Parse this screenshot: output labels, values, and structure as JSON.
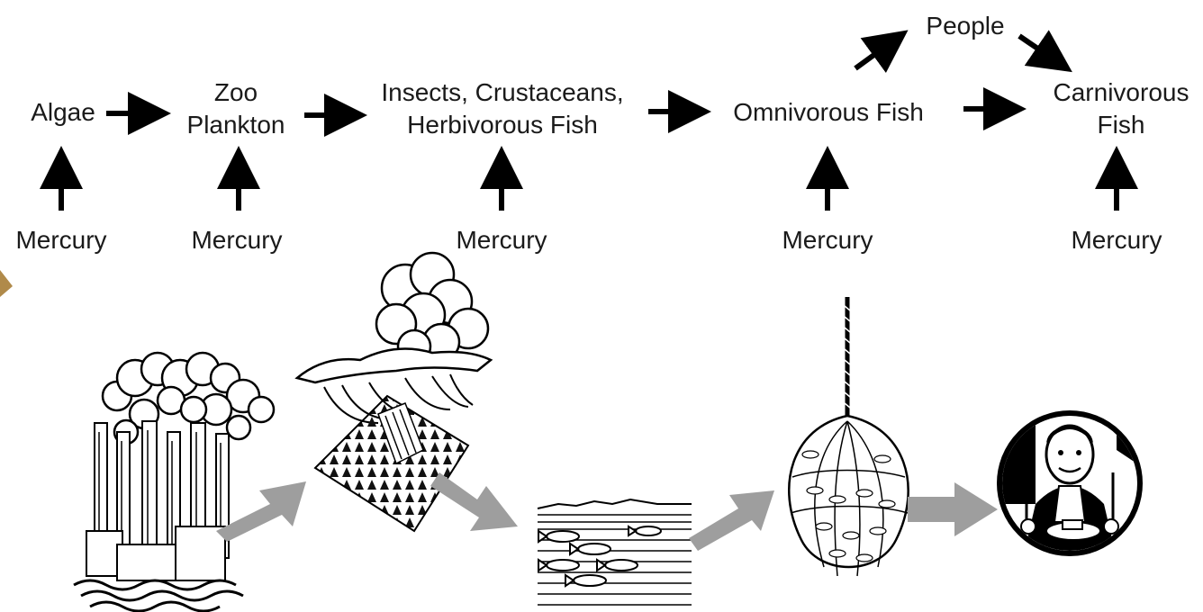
{
  "nodes": {
    "algae": "Algae",
    "zoo_1": "Zoo",
    "zoo_2": "Plankton",
    "insects_1": "Insects, Crustaceans,",
    "insects_2": "Herbivorous Fish",
    "omnivorous": "Omnivorous Fish",
    "people": "People",
    "carnivorous_1": "Carnivorous",
    "carnivorous_2": "Fish"
  },
  "mercury_label": "Mercury",
  "mercury_sources": [
    "Mercury",
    "Mercury",
    "Mercury",
    "Mercury",
    "Mercury"
  ],
  "illustrations": [
    "factory-icon",
    "cloud-forest-icon",
    "fish-water-icon",
    "fish-net-icon",
    "man-eating-icon"
  ],
  "colors": {
    "text": "#1a1a1a",
    "arrow": "#000000",
    "flow_arrow": "#9e9e9e"
  }
}
